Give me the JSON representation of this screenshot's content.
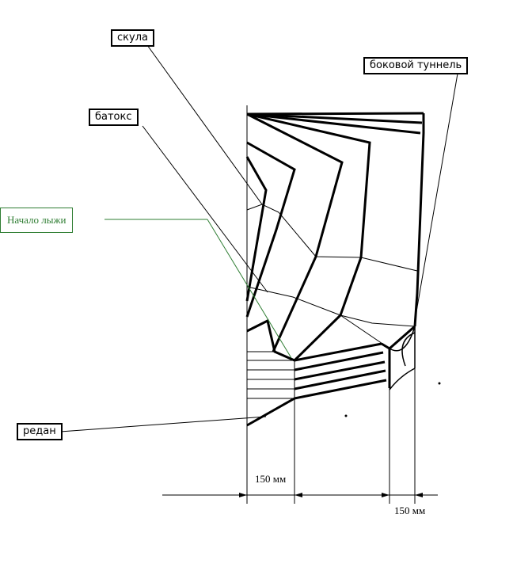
{
  "labels": {
    "skula": "скула",
    "batoks": "батокс",
    "nachalo_lyzhi": "Начало лыжи",
    "bokovoy_tunnel": "боковой туннель",
    "redan": "редан"
  },
  "dimensions": {
    "left": "150 мм",
    "right": "150 мм"
  },
  "colors": {
    "line": "#000000",
    "leader_green": "#2e7d32"
  }
}
